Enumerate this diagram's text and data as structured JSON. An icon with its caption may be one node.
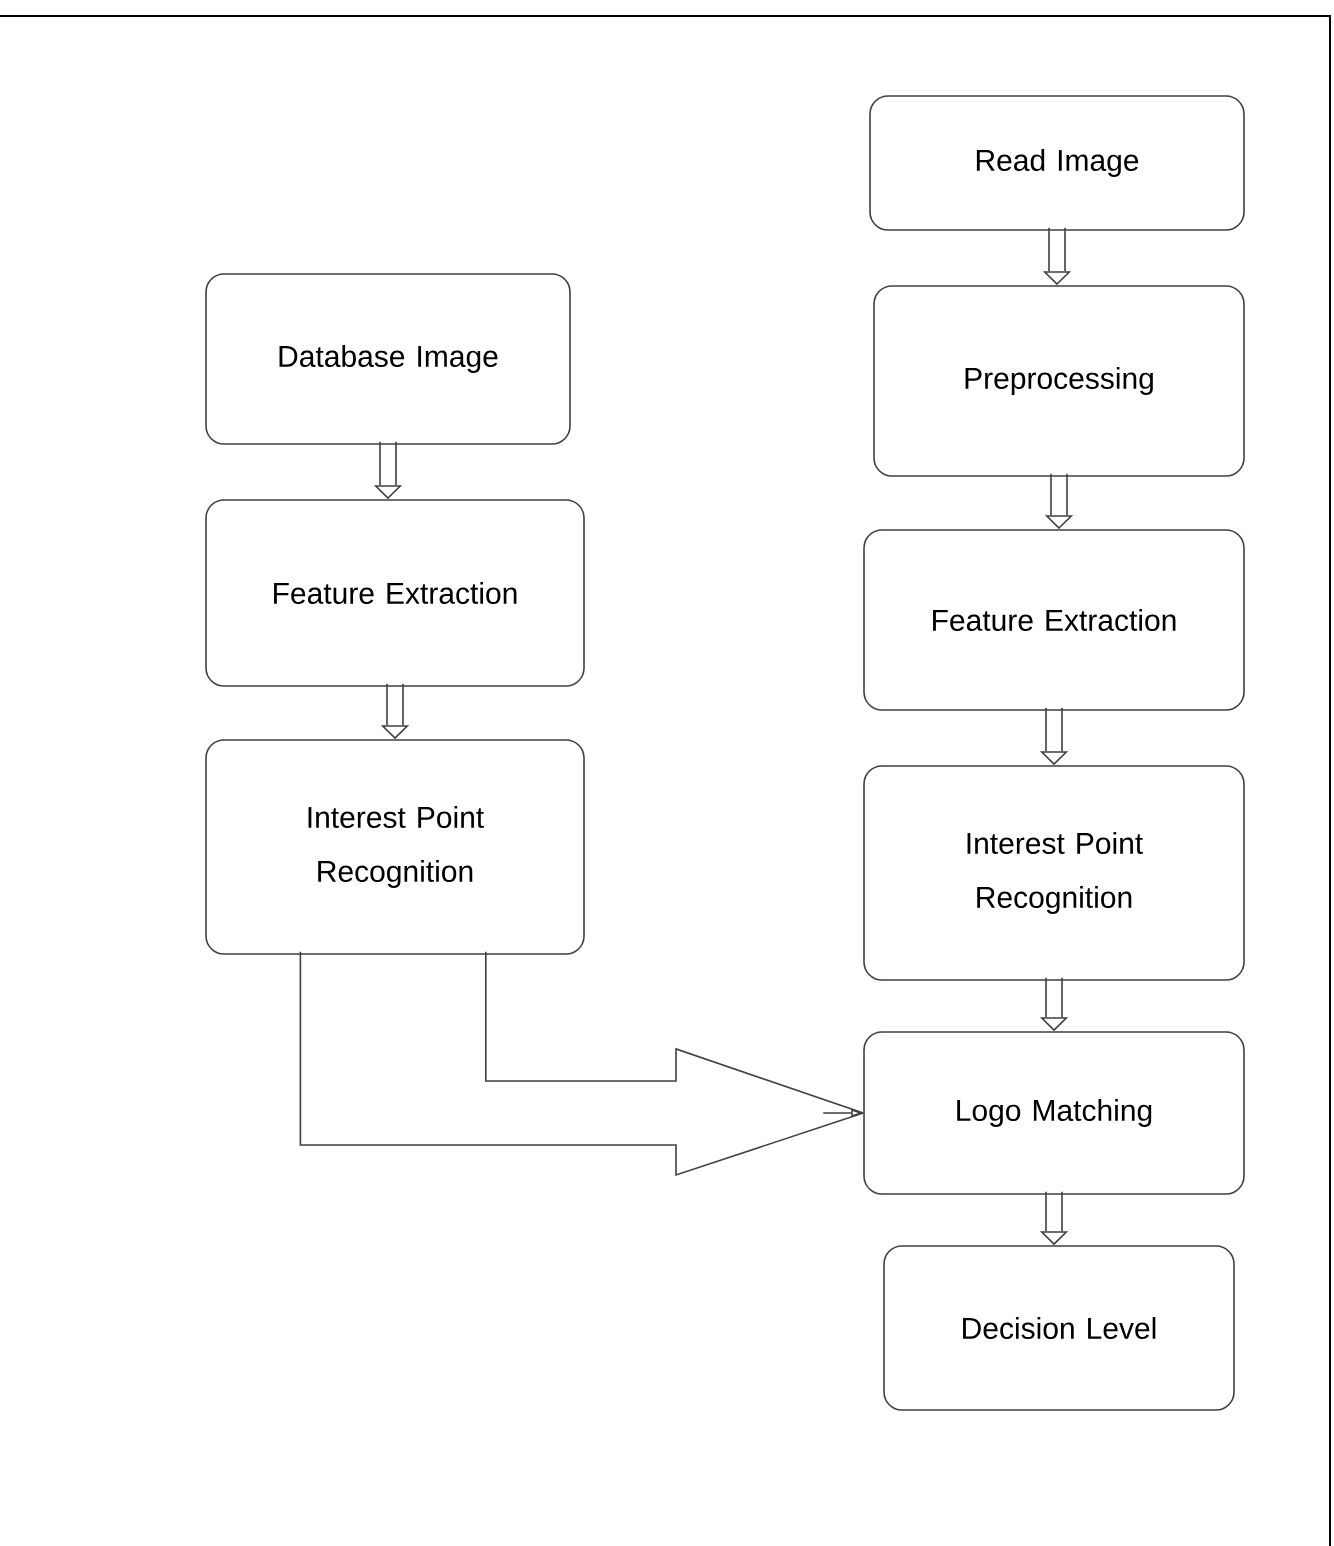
{
  "diagram": {
    "nodes": [
      {
        "text": [
          "Database Image"
        ]
      },
      {
        "text": [
          "Feature Extraction"
        ]
      },
      {
        "text": [
          "Interest Point Recognition"
        ]
      },
      {
        "text": [
          "Read Image"
        ]
      },
      {
        "text": [
          "Preprocessing"
        ]
      },
      {
        "text": [
          "Feature Extraction"
        ]
      },
      {
        "text": [
          "Interest Point Recognition"
        ]
      },
      {
        "text": [
          "Logo Matching"
        ]
      },
      {
        "text": [
          "Decision Level"
        ]
      }
    ],
    "edges": [
      {
        "from": 0,
        "to": 1,
        "arrow": "to"
      },
      {
        "from": 1,
        "to": 2,
        "arrow": "to"
      },
      {
        "from": 3,
        "to": 4,
        "arrow": "to"
      },
      {
        "from": 4,
        "to": 5,
        "arrow": "to"
      },
      {
        "from": 5,
        "to": 6,
        "arrow": "to"
      },
      {
        "from": 6,
        "to": 7,
        "arrow": "to"
      },
      {
        "from": 7,
        "to": 8,
        "arrow": "to"
      },
      {
        "from": 2,
        "to": 7,
        "arrow": "to"
      }
    ]
  }
}
